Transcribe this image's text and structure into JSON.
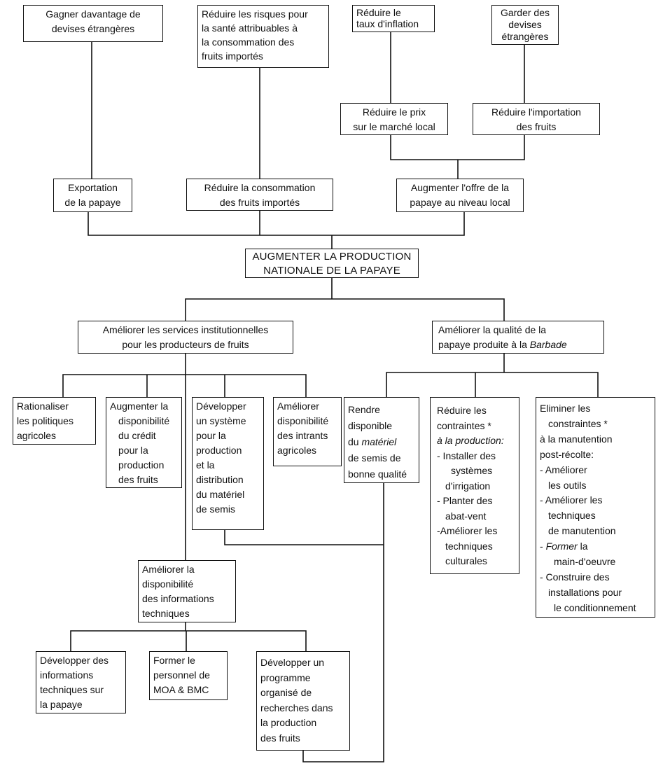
{
  "colors": {
    "line": "#111111",
    "box_border": "#111111",
    "background": "#ffffff"
  },
  "top_goals": {
    "gagner": [
      "Gagner davantage de",
      "devises étrangères"
    ],
    "reduire_risques": [
      "Réduire les risques pour",
      "la santé attribuables à",
      "la consommation des",
      "fruits importés"
    ],
    "reduire_inflation": [
      "Réduire le",
      "taux d'inflation"
    ],
    "garder_devises": [
      "Garder des",
      "devises",
      "étrangères"
    ]
  },
  "level2": {
    "reduire_prix": [
      "Réduire le prix",
      "sur le marché local"
    ],
    "reduire_importation": [
      "Réduire l'importation",
      "des fruits"
    ]
  },
  "level3": {
    "exportation": [
      "Exportation",
      "de la papaye"
    ],
    "reduire_consommation": [
      "Réduire la consommation",
      "des fruits importés"
    ],
    "augmenter_offre": [
      "Augmenter l'offre de la",
      "papaye au niveau local"
    ]
  },
  "central": [
    "AUGMENTER LA PRODUCTION",
    "NATIONALE DE LA PAPAYE"
  ],
  "branches": {
    "services": [
      "Améliorer les services institutionnelles",
      "pour les producteurs de fruits"
    ],
    "qualite_line1": "Améliorer la qualité de la",
    "qualite_line2_pre": "papaye produite à la ",
    "qualite_line2_it": "Barbade"
  },
  "services_children": {
    "rationaliser": [
      "Rationaliser",
      "les politiques",
      "agricoles"
    ],
    "credit": [
      "Augmenter la",
      "disponibilité",
      "du crédit",
      "pour la",
      "production",
      "des fruits"
    ],
    "systeme": [
      "Développer",
      "un système",
      "pour la",
      "production",
      "et la",
      "distribution",
      "du matériel",
      "de semis"
    ],
    "intrants": [
      "Améliorer",
      "disponibilité",
      "des intrants",
      "agricoles"
    ]
  },
  "qualite_children": {
    "rendre_lines": [
      "Rendre",
      "disponible"
    ],
    "rendre_pre": "du ",
    "rendre_it": "matériel",
    "rendre_tail": [
      "de semis de",
      "bonne qualité"
    ],
    "reduire_title": [
      "Réduire les",
      "contraintes *"
    ],
    "reduire_it": "à la production:",
    "reduire_items": [
      "- Installer des",
      "systèmes",
      "d'irrigation",
      "- Planter des",
      "abat-vent",
      "-Améliorer les",
      "techniques",
      "culturales"
    ],
    "eliminer_title": [
      "Eliminer les",
      "constraintes *",
      "à la manutention",
      "post-récolte:"
    ],
    "eliminer_items": [
      "- Améliorer",
      "les outils",
      "- Améliorer les",
      "techniques",
      "de manutention"
    ],
    "eliminer_it_dash": "- ",
    "eliminer_it": "Former",
    "eliminer_it_tail": " la",
    "eliminer_items2": [
      "main-d'oeuvre",
      "- Construire des",
      "installations pour",
      "le conditionnement"
    ]
  },
  "info": [
    "Améliorer la",
    "disponibilité",
    "des informations",
    "techniques"
  ],
  "info_children": {
    "dev_info": [
      "Développer des",
      "informations",
      "techniques sur",
      "la papaye"
    ],
    "former": [
      "Former le",
      "personnel de",
      "MOA & BMC"
    ],
    "programme": [
      "Développer un",
      "programme",
      "organisé de",
      "recherches dans",
      "la production",
      "des fruits"
    ]
  }
}
